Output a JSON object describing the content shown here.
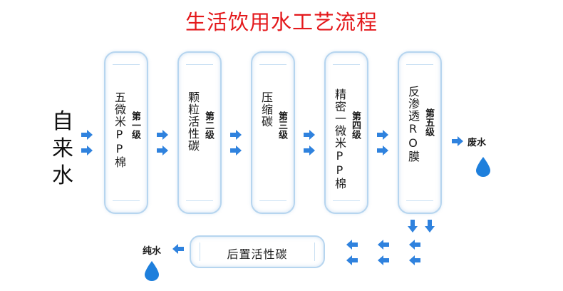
{
  "title": "生活饮用水工艺流程",
  "source": "自来水",
  "stages": [
    {
      "media": "五微米PP棉",
      "level": "第一级"
    },
    {
      "media": "颗粒活性碳",
      "level": "第二级"
    },
    {
      "media": "压缩碳",
      "level": "第三级"
    },
    {
      "media": "精密一微米PP棉",
      "level": "第四级"
    },
    {
      "media": "反渗透RO膜",
      "level": "第五级"
    }
  ],
  "waste": "废水",
  "post_filter": "后置活性碳",
  "pure": "纯水",
  "colors": {
    "title": "#e4191c",
    "arrow": "#2f82de",
    "cartridge_border": "#b6d5ef",
    "drop": "#1e7fdc"
  },
  "icons": {
    "arrow": "arrow-icon",
    "drop": "water-drop-icon"
  }
}
